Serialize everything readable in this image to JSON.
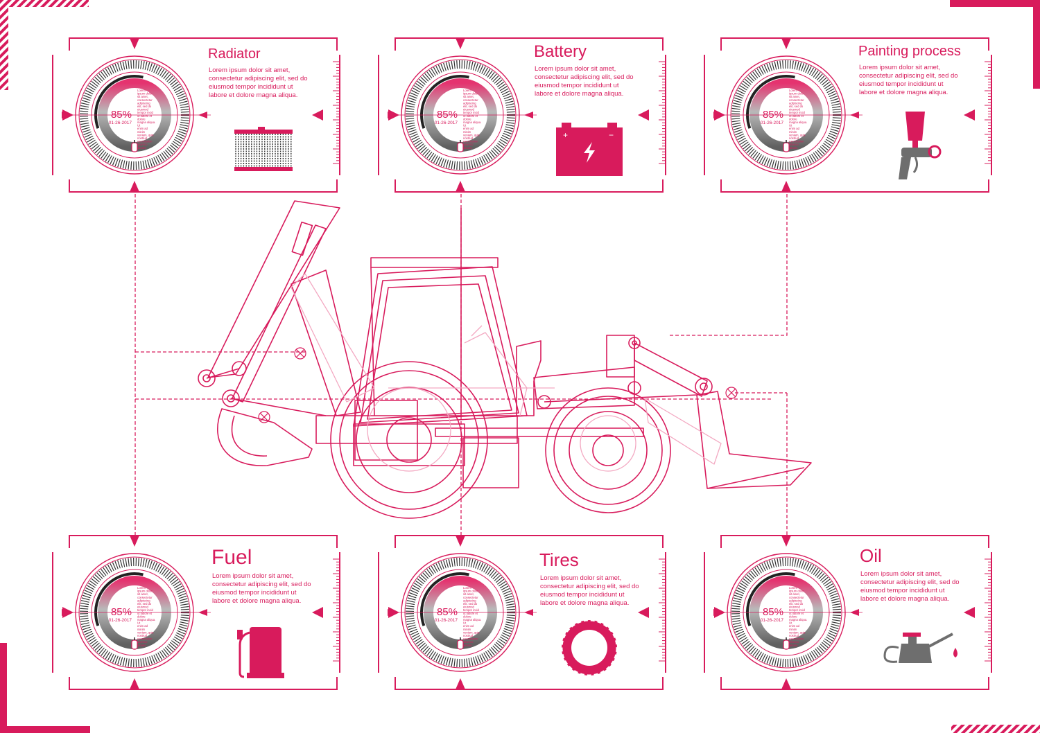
{
  "colors": {
    "accent": "#d81b5c",
    "accent_light": "#f3a9c2",
    "gray": "#6e6e6e"
  },
  "gauge": {
    "percent_label": "85%",
    "date": "01-26-2017",
    "note_lines": [
      "Lorem",
      "ipsum dolor",
      "sit amet,",
      "consectetur",
      "adipiscing",
      "elit, sed do",
      "eiusmod",
      "tempor incid",
      "ut labore et",
      "dolore",
      "magna aliqua.",
      "Ut",
      "enim ad",
      "minim",
      "veniam, quis",
      "nostrud",
      "exercitation",
      "ullamco",
      "laboris"
    ]
  },
  "panels": [
    {
      "id": "radiator",
      "title": "Radiator",
      "icon": "radiator-icon",
      "body": [
        "Lorem ipsum dolor sit amet,",
        "consectetur adipiscing elit, sed do",
        "eiusmod tempor incididunt ut",
        "labore et dolore magna aliqua."
      ]
    },
    {
      "id": "battery",
      "title": "Battery",
      "icon": "battery-icon",
      "body": [
        "Lorem ipsum dolor sit amet,",
        "consectetur adipiscing elit, sed do",
        "eiusmod tempor incididunt ut",
        "labore et dolore magna aliqua."
      ]
    },
    {
      "id": "painting",
      "title": "Painting process",
      "icon": "spray-gun-icon",
      "body": [
        "Lorem ipsum dolor sit amet,",
        "consectetur adipiscing elit, sed do",
        "eiusmod tempor incididunt ut",
        "labore et dolore magna aliqua."
      ]
    },
    {
      "id": "fuel",
      "title": "Fuel",
      "icon": "fuel-pump-icon",
      "body": [
        "Lorem ipsum dolor sit amet,",
        "consectetur adipiscing elit, sed do",
        "eiusmod tempor incididunt ut",
        "labore et dolore magna aliqua."
      ]
    },
    {
      "id": "tires",
      "title": "Tires",
      "icon": "tire-icon",
      "body": [
        "Lorem ipsum dolor sit amet,",
        "consectetur adipiscing elit, sed do",
        "eiusmod tempor incididunt ut",
        "labore et dolore magna aliqua."
      ]
    },
    {
      "id": "oil",
      "title": "Oil",
      "icon": "oil-can-icon",
      "body": [
        "Lorem ipsum dolor sit amet,",
        "consectetur adipiscing elit, sed do",
        "eiusmod tempor incididunt ut",
        "labore et dolore magna aliqua."
      ]
    }
  ]
}
